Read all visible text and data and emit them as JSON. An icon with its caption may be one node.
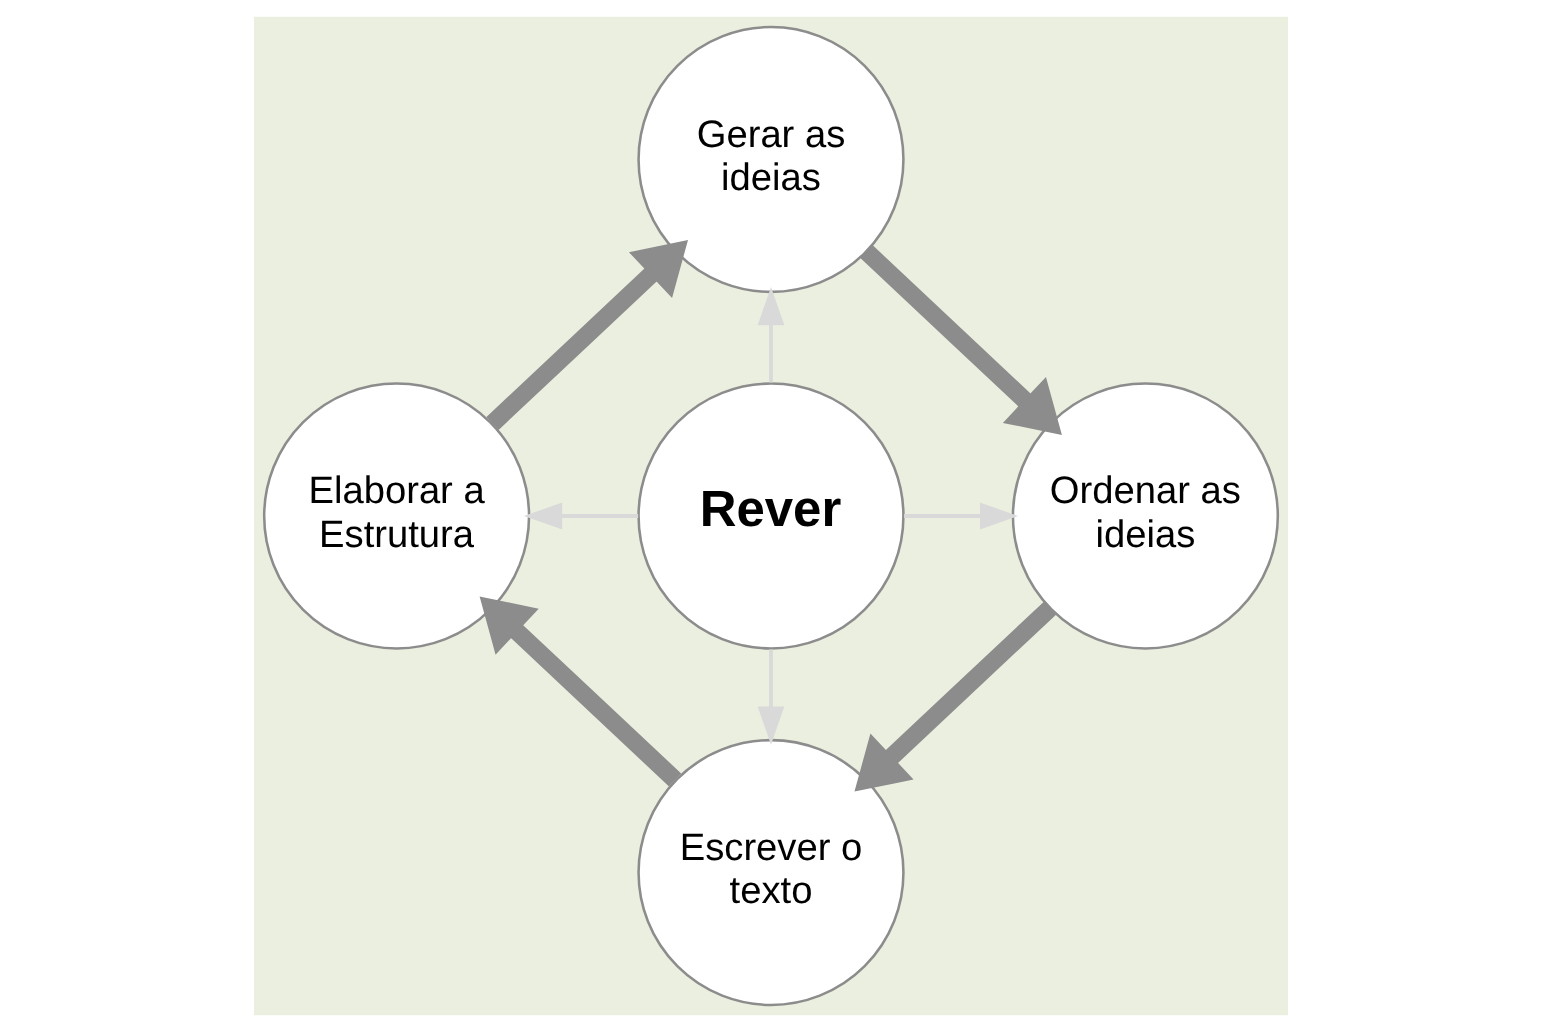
{
  "diagram": {
    "nodes": [
      {
        "text": [
          "Gerar as ideias"
        ]
      },
      {
        "text": [
          "Ordenar as ideias"
        ]
      },
      {
        "text": [
          "Escrever o texto"
        ]
      },
      {
        "text": [
          "Elaborar a Estrutura"
        ]
      },
      {
        "text": [
          "Rever"
        ]
      }
    ],
    "edges": [
      {
        "from": 0,
        "to": 1,
        "arrow": "to",
        "style": "thick"
      },
      {
        "from": 1,
        "to": 2,
        "arrow": "to",
        "style": "thick"
      },
      {
        "from": 2,
        "to": 3,
        "arrow": "to",
        "style": "thick"
      },
      {
        "from": 3,
        "to": 0,
        "arrow": "to",
        "style": "thick"
      },
      {
        "from": 4,
        "to": 0,
        "arrow": "to",
        "color": "#d9d9d9"
      },
      {
        "from": 4,
        "to": 1,
        "arrow": "to",
        "color": "#d9d9d9"
      },
      {
        "from": 4,
        "to": 2,
        "arrow": "to",
        "color": "#d9d9d9"
      },
      {
        "from": 4,
        "to": 3,
        "arrow": "to",
        "color": "#d9d9d9"
      }
    ]
  }
}
